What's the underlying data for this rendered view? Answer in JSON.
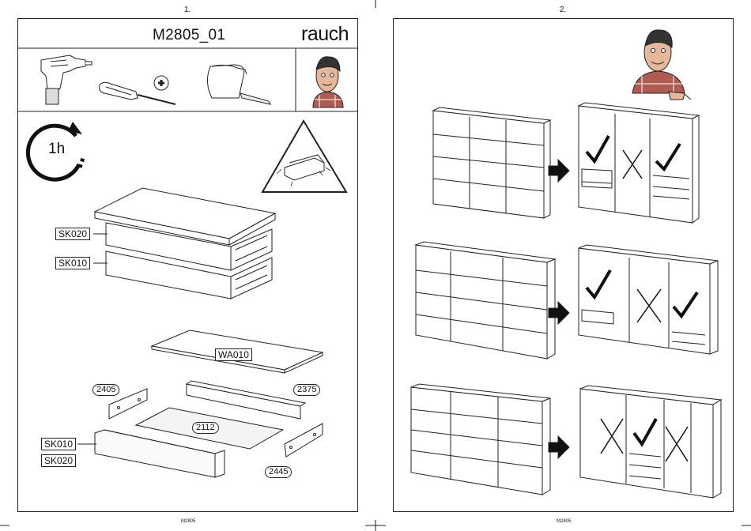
{
  "pages": [
    {
      "number": "1.",
      "footer": "M2805"
    },
    {
      "number": "2.",
      "footer": "M2805"
    }
  ],
  "header": {
    "model": "M2805_01",
    "brand": "rauch"
  },
  "tools": [
    {
      "name": "cordless-drill-icon"
    },
    {
      "name": "phillips-screwdriver-icon"
    },
    {
      "name": "phillips-bit-icon"
    },
    {
      "name": "tape-measure-icon"
    }
  ],
  "assembly_time": "1h",
  "parts": {
    "stack_labels": [
      "SK020",
      "SK010"
    ],
    "base_panel": "WA010",
    "board_codes": [
      "2405",
      "2375",
      "2112",
      "2445"
    ],
    "front_labels": [
      "SK010",
      "SK020"
    ]
  },
  "configurations": [
    {
      "doors": 3,
      "marks": [
        "check",
        "cross",
        "check"
      ]
    },
    {
      "doors": 3,
      "marks": [
        "check",
        "cross",
        "check"
      ]
    },
    {
      "doors": 3,
      "marks": [
        "cross",
        "check",
        "cross"
      ]
    }
  ],
  "colors": {
    "line": "#222222",
    "skin": "#e7b79a",
    "shirt": "#b05b52"
  }
}
